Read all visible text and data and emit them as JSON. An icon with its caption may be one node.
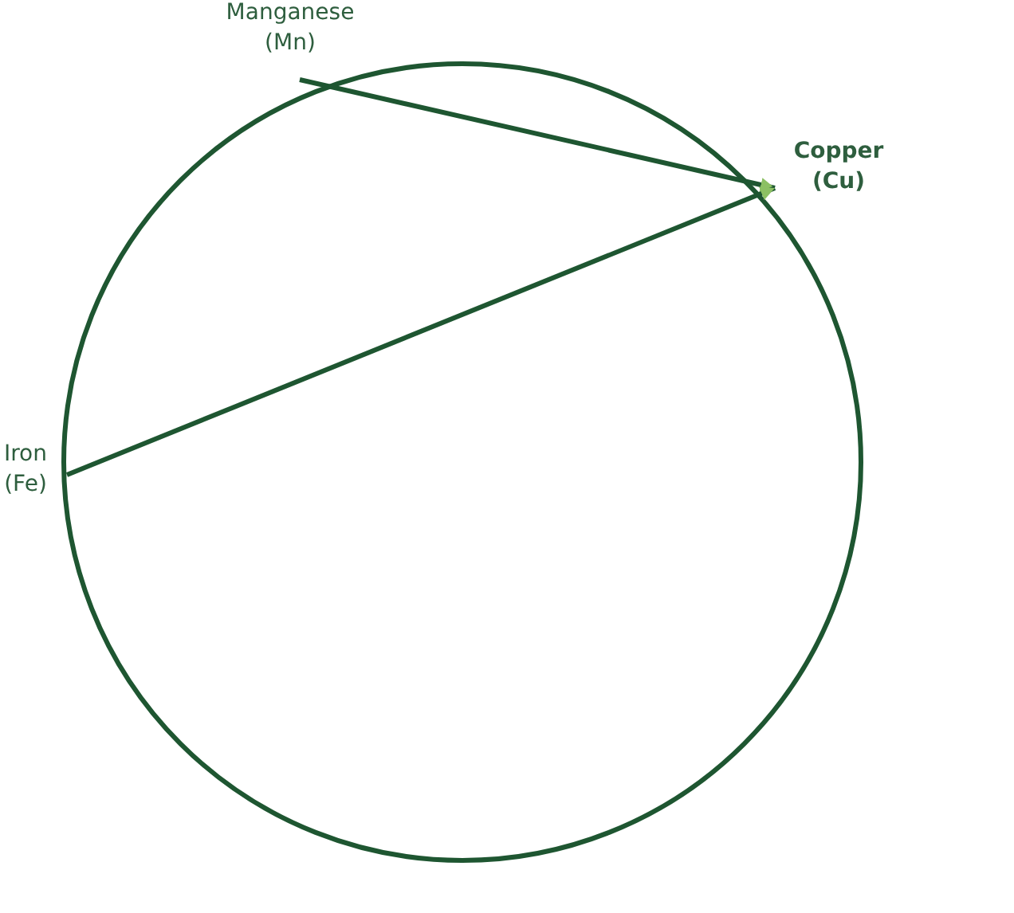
{
  "diagram": {
    "nodes": [
      {
        "text": [
          "Manganese (Mn)"
        ]
      },
      {
        "text": [
          "Copper (Cu)"
        ]
      },
      {
        "text": [
          "Iron (Fe)"
        ]
      }
    ],
    "edges": [
      {
        "from": 0,
        "to": 1,
        "arrow": "to"
      },
      {
        "from": 2,
        "to": 1,
        "arrow": "to"
      }
    ]
  }
}
